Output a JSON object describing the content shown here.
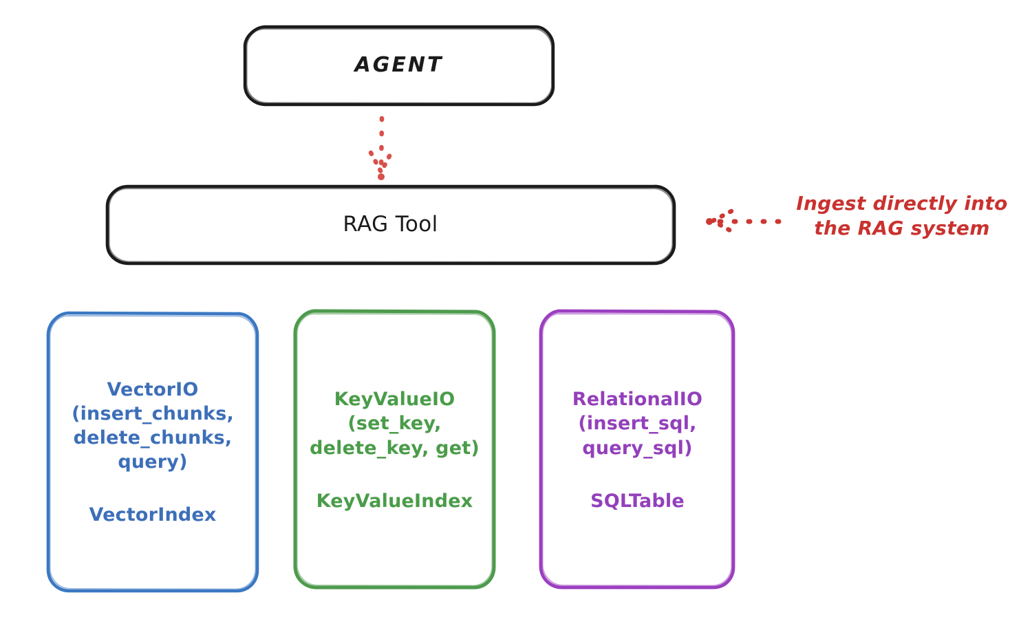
{
  "diagram": {
    "title_text": "RAG Tool architecture diagram",
    "background": "#ffffff",
    "colors": {
      "stroke_dark": "#1b1b1b",
      "vector_blue": "#3d6fb8",
      "keyvalue_green": "#4a9c49",
      "relational_purple": "#9340bb",
      "annotation_red": "#c9322f"
    },
    "nodes": {
      "agent": {
        "label": "AGENT"
      },
      "rag_tool": {
        "label": "RAG Tool"
      },
      "vector_io": {
        "title": "VectorIO\n(insert_chunks,\ndelete_chunks,\nquery)",
        "subtitle": "VectorIndex"
      },
      "key_value_io": {
        "title": "KeyValueIO\n(set_key,\ndelete_key, get)",
        "subtitle": "KeyValueIndex"
      },
      "relational_io": {
        "title": "RelationalIO\n(insert_sql,\nquery_sql)",
        "subtitle": "SQLTable"
      }
    },
    "annotations": {
      "ingest_note": "Ingest directly into\nthe RAG system"
    },
    "edges": [
      {
        "from": "agent",
        "to": "rag_tool",
        "style": "dotted",
        "color": "#c9322f",
        "direction": "down"
      },
      {
        "from": "ingest_note",
        "to": "rag_tool",
        "style": "dotted",
        "color": "#c9322f",
        "direction": "left"
      }
    ]
  }
}
